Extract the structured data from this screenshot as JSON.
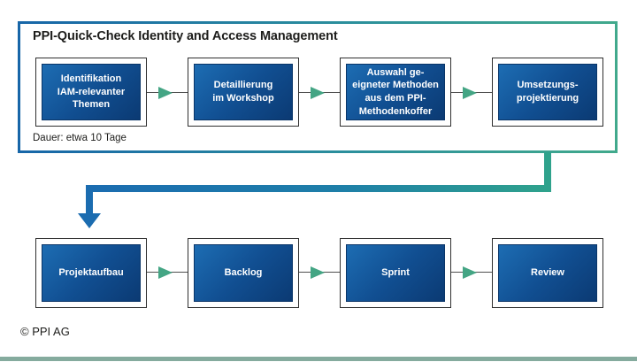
{
  "quick_check": {
    "title": "PPI-Quick-Check Identity and Access Management",
    "duration_note": "Dauer: etwa 10 Tage",
    "steps": [
      {
        "label": "Identifikation\nIAM-relevanter\nThemen"
      },
      {
        "label": "Detaillierung\nim Workshop"
      },
      {
        "label": "Auswahl ge-\neigneter Methoden\naus dem PPI-\nMethodenkoffer"
      },
      {
        "label": "Umsetzungs-\nprojektierung"
      }
    ]
  },
  "project_flow": {
    "steps": [
      {
        "label": "Projektaufbau"
      },
      {
        "label": "Backlog"
      },
      {
        "label": "Sprint"
      },
      {
        "label": "Review"
      }
    ]
  },
  "footer": {
    "copyright": "© PPI AG"
  },
  "colors": {
    "frame_gradient_start": "#1766a8",
    "frame_gradient_end": "#41a98c",
    "box_fill_light": "#1d6db3",
    "box_fill_dark": "#0b3a73",
    "small_arrow_green": "#44a584",
    "big_arrow_blue": "#1b6cb0",
    "big_arrow_teal": "#2fa28c",
    "bottom_bar": "#85ab9e"
  }
}
